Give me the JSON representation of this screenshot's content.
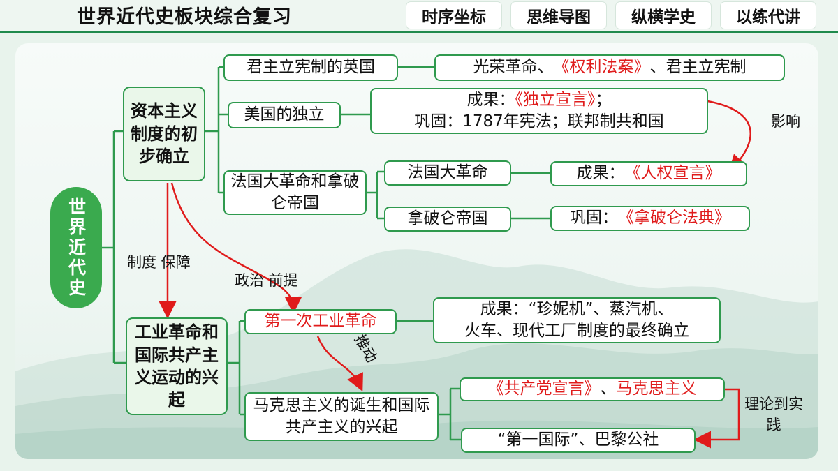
{
  "header": {
    "title": "世界近代史板块综合复习",
    "tabs": [
      "时序坐标",
      "思维导图",
      "纵横学史",
      "以练代讲"
    ]
  },
  "colors": {
    "line": "#2f9a4e",
    "red": "#e01b1b",
    "root": "#3aaa4e"
  },
  "diagram": {
    "root": "世界近代史",
    "branch1": "资本主义制度的初步确立",
    "branch2": "工业革命和国际共产主义运动的兴起",
    "britain": "君主立宪制的英国",
    "britain_detail": {
      "a": "光荣革命、",
      "b": "《权利法案》",
      "c": "、君主立宪制"
    },
    "usa": "美国的独立",
    "usa_detail": {
      "l1a": "成果：",
      "l1b": "《独立宣言》",
      "l1c": "；",
      "l2": "巩固：1787年宪法；联邦制共和国"
    },
    "france": "法国大革命和拿破仑帝国",
    "fr_rev": "法国大革命",
    "fr_rev_detail": {
      "a": "成果：",
      "b": "《人权宣言》"
    },
    "napoleon": "拿破仑帝国",
    "napoleon_detail": {
      "a": "巩固：",
      "b": "《拿破仑法典》"
    },
    "ind_rev": "第一次工业革命",
    "ind_detail": {
      "l1": "成果：“珍妮机”、蒸汽机、",
      "l2": "火车、现代工厂制度的最终确立"
    },
    "marx": "马克思主义的诞生和国际共产主义的兴起",
    "marx_a": {
      "a": "《共产党宣言》",
      "b": "、",
      "c": "马克思主义"
    },
    "marx_b": "“第一国际”、巴黎公社",
    "labels": {
      "influence": "影响",
      "system_guarantee": "制度 保障",
      "political_premise": "政治 前提",
      "push": "推动",
      "theory_practice": "理论到实践"
    }
  }
}
